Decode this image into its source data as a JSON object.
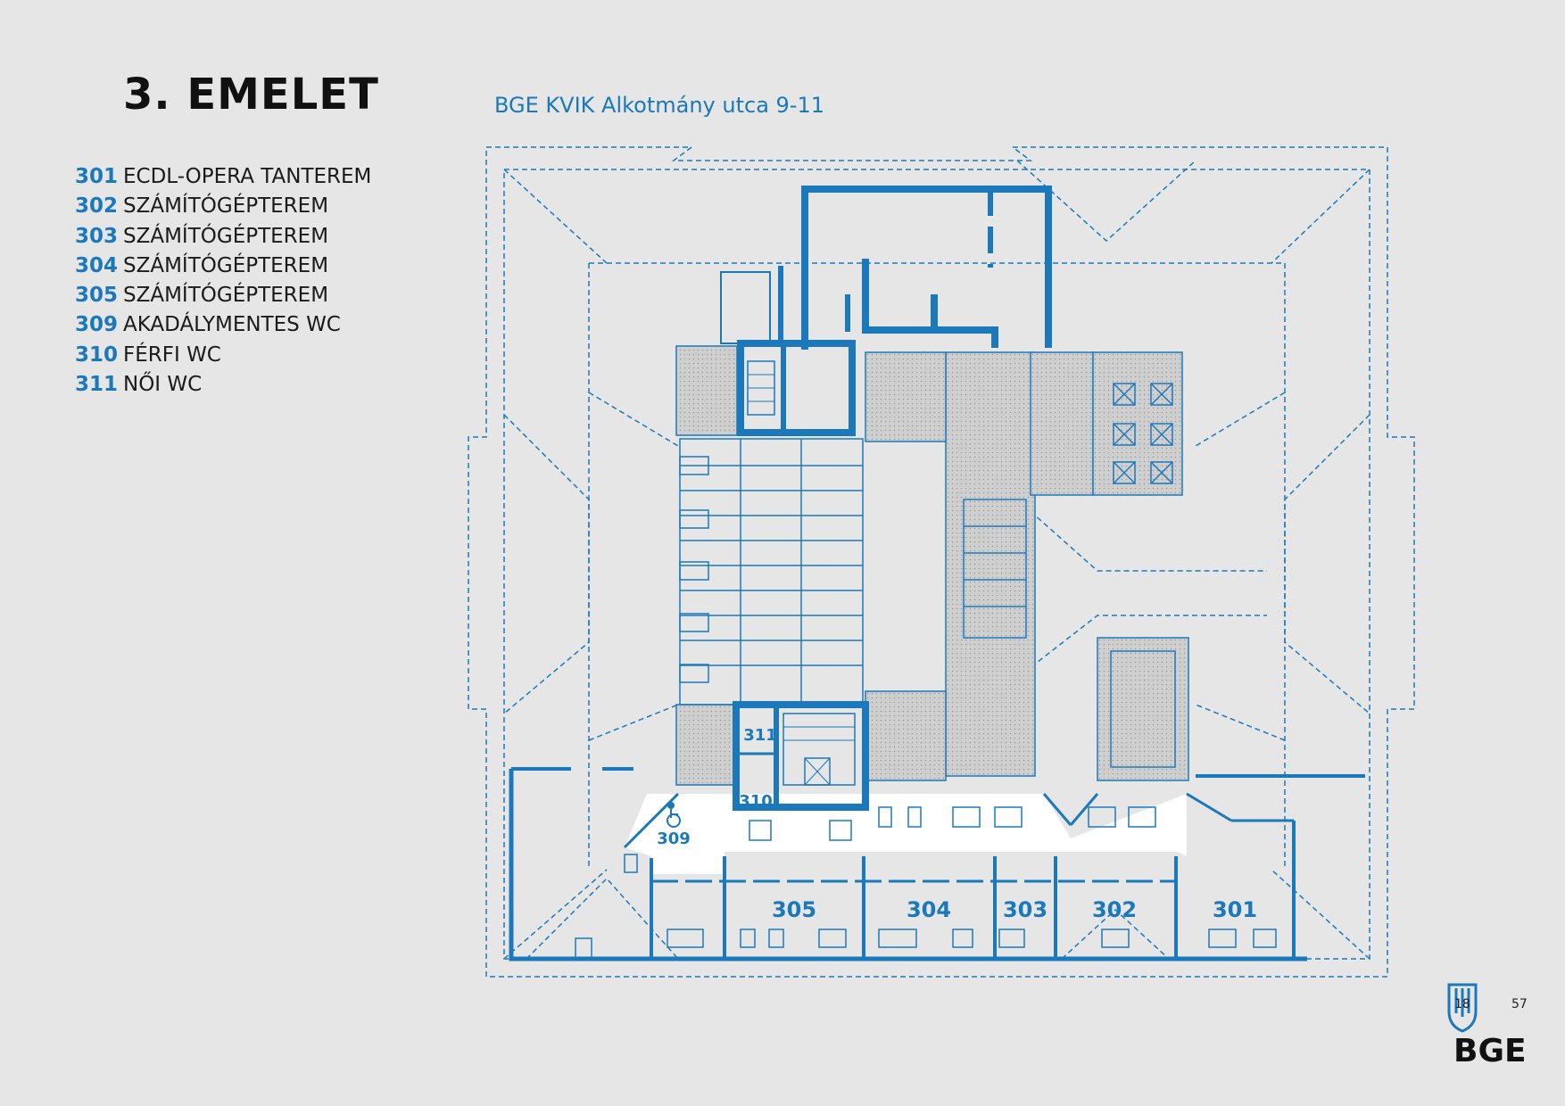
{
  "header": {
    "title": "3. EMELET",
    "subtitle": "BGE KVIK Alkotmány utca 9-11"
  },
  "legend": [
    {
      "number": "301",
      "name": "ECDL-OPERA TANTEREM"
    },
    {
      "number": "302",
      "name": "SZÁMÍTÓGÉPTEREM"
    },
    {
      "number": "303",
      "name": "SZÁMÍTÓGÉPTEREM"
    },
    {
      "number": "304",
      "name": "SZÁMÍTÓGÉPTEREM"
    },
    {
      "number": "305",
      "name": "SZÁMÍTÓGÉPTEREM"
    },
    {
      "number": "309",
      "name": "AKADÁLYMENTES WC"
    },
    {
      "number": "310",
      "name": "FÉRFI WC"
    },
    {
      "number": "311",
      "name": "NŐI WC"
    }
  ],
  "rooms": {
    "r301": "301",
    "r302": "302",
    "r303": "303",
    "r304": "304",
    "r305": "305",
    "r309": "309",
    "r310": "310",
    "r311": "311"
  },
  "logo": {
    "text": "BGE",
    "year_left": "18",
    "year_right": "57"
  },
  "colors": {
    "accent": "#1b79bb",
    "background": "#e6e6e6",
    "corridor": "#ffffff"
  },
  "icons": {
    "accessible": "wheelchair-icon",
    "elevator": "elevator-icon",
    "logo": "bge-shield-icon"
  }
}
